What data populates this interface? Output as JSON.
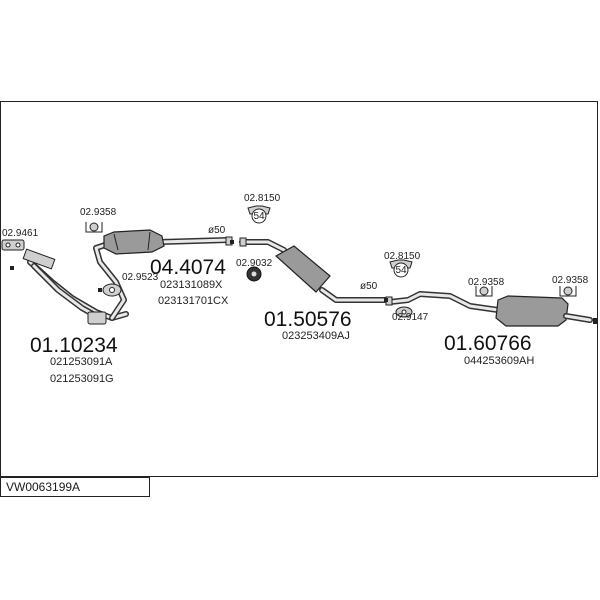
{
  "diagram": {
    "code": "VW0063199A",
    "parts": [
      {
        "number": "01.10234",
        "refs": [
          "021253091A",
          "021253091G"
        ]
      },
      {
        "number": "04.4074",
        "refs": [
          "023131089X",
          "023131701CX"
        ]
      },
      {
        "number": "01.50576",
        "refs": [
          "023253409AJ"
        ]
      },
      {
        "number": "01.60766",
        "refs": [
          "044253609AH"
        ]
      }
    ],
    "accessories": [
      {
        "label": "02.9461"
      },
      {
        "label": "02.9358"
      },
      {
        "label": "02.9523"
      },
      {
        "label": "02.8150"
      },
      {
        "label": "02.9032"
      },
      {
        "label": "02.8150"
      },
      {
        "label": "02.9147"
      },
      {
        "label": "02.9358"
      },
      {
        "label": "02.9358"
      }
    ],
    "dimensions": [
      {
        "label": "ø50"
      },
      {
        "label": "ø50"
      }
    ],
    "clamp_size": "54"
  }
}
